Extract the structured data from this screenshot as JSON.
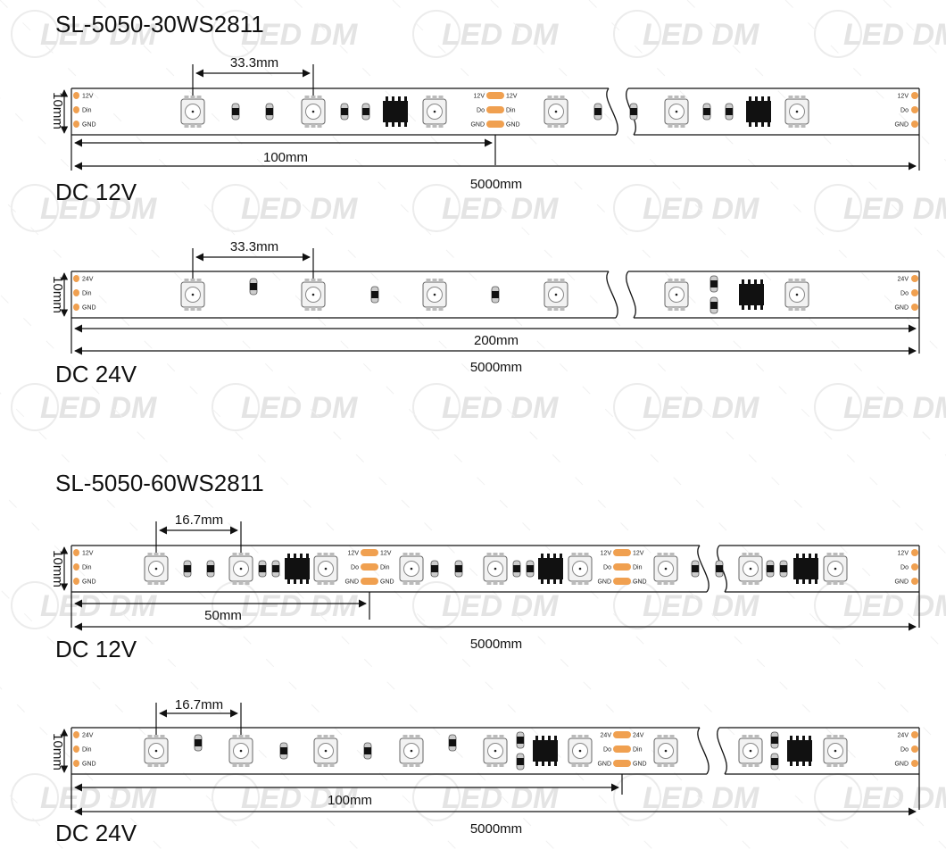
{
  "watermark": "LED DM",
  "sections": [
    {
      "title": "SL-5050-30WS2811",
      "variants": [
        {
          "voltage_label": "DC 12V",
          "width_label": "10mm",
          "pitch_label": "33.3mm",
          "cut_label": "100mm",
          "length_label": "5000mm",
          "pads_left": [
            "12V",
            "Din",
            "GND"
          ],
          "pads_mid": {
            "left": [
              "12V",
              "Do",
              "GND"
            ],
            "right": [
              "12V",
              "Din",
              "GND"
            ]
          },
          "pads_right": [
            "12V",
            "Do",
            "GND"
          ]
        },
        {
          "voltage_label": "DC 24V",
          "width_label": "10mm",
          "pitch_label": "33.3mm",
          "cut_label": "200mm",
          "length_label": "5000mm",
          "pads_left": [
            "24V",
            "Din",
            "GND"
          ],
          "pads_right": [
            "24V",
            "Do",
            "GND"
          ]
        }
      ]
    },
    {
      "title": "SL-5050-60WS2811",
      "variants": [
        {
          "voltage_label": "DC 12V",
          "width_label": "10mm",
          "pitch_label": "16.7mm",
          "cut_label": "50mm",
          "length_label": "5000mm",
          "pads_left": [
            "12V",
            "Din",
            "GND"
          ],
          "pads_mid": {
            "left": [
              "12V",
              "Do",
              "GND"
            ],
            "right": [
              "12V",
              "Din",
              "GND"
            ]
          },
          "pads_right": [
            "12V",
            "Do",
            "GND"
          ]
        },
        {
          "voltage_label": "DC 24V",
          "width_label": "10mm",
          "pitch_label": "16.7mm",
          "cut_label": "100mm",
          "length_label": "5000mm",
          "pads_left": [
            "24V",
            "Din",
            "GND"
          ],
          "pads_mid": {
            "left": [
              "24V",
              "Do",
              "GND"
            ],
            "right": [
              "24V",
              "Din",
              "GND"
            ]
          },
          "pads_right": [
            "24V",
            "Do",
            "GND"
          ]
        }
      ]
    }
  ]
}
